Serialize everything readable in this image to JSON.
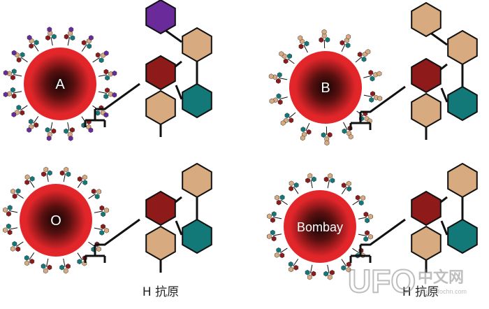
{
  "colors": {
    "cell_outer": "#e8262a",
    "cell_inner": "#1a0606",
    "tan": "#d8aa80",
    "dark_red": "#8e1a1a",
    "teal": "#127878",
    "purple": "#6a2a9a",
    "line": "#111111",
    "watermark": "#9a9a9a"
  },
  "panels": [
    {
      "id": "A",
      "cell_label": "A",
      "terminal_sugar": "purple",
      "caption": ""
    },
    {
      "id": "B",
      "cell_label": "B",
      "terminal_sugar": "tan",
      "caption": ""
    },
    {
      "id": "O",
      "cell_label": "O",
      "terminal_sugar": "none",
      "caption": "H 抗原"
    },
    {
      "id": "Bombay",
      "cell_label": "Bombay",
      "terminal_sugar": "none",
      "caption": "H 抗原"
    }
  ],
  "watermark": {
    "logo_text": "UFO",
    "cn_text": "中文网",
    "url": "www.ufochn.com"
  }
}
